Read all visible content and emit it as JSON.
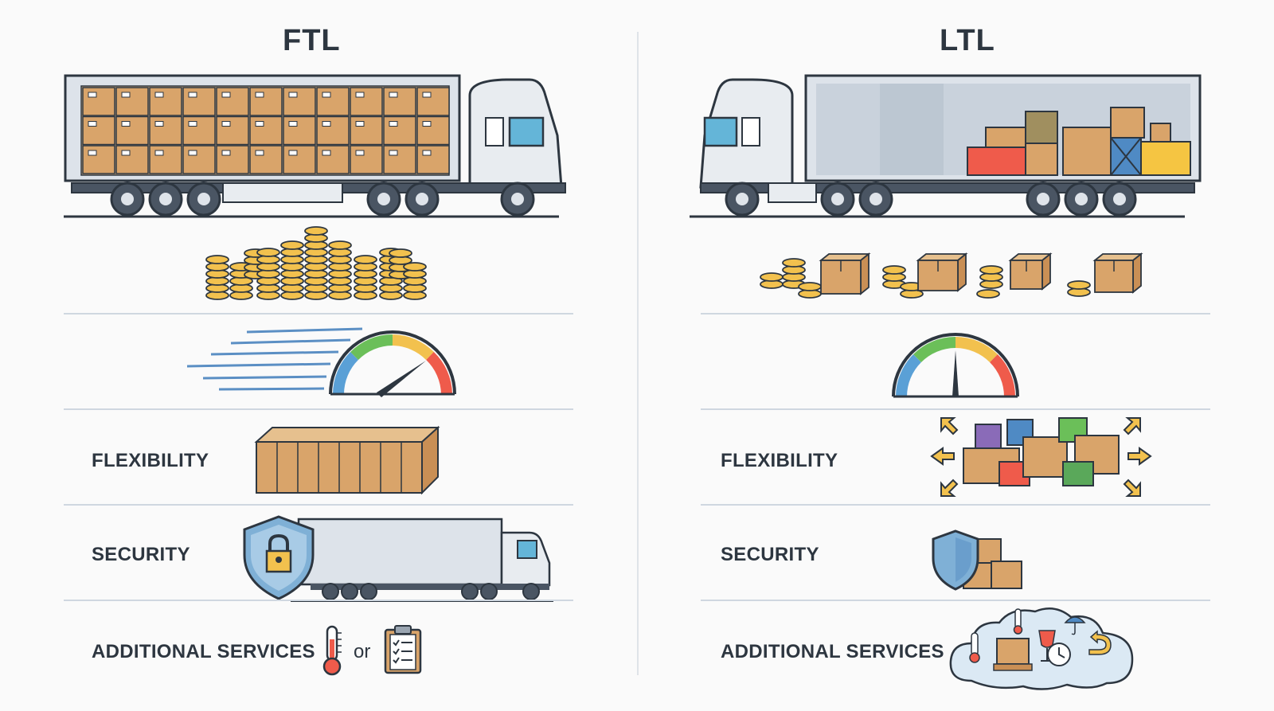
{
  "ftl": {
    "title": "FTL",
    "flexibility_label": "FLEXIBILITY",
    "security_label": "SECURITY",
    "services_label": "ADDITIONAL SERVICES",
    "or_text": "or"
  },
  "ltl": {
    "title": "LTL",
    "flexibility_label": "FLEXIBILITY",
    "security_label": "SECURITY",
    "services_label": "ADDITIONAL SERVICES"
  },
  "colors": {
    "outline": "#2d3640",
    "box": "#d9a46a",
    "coin": "#f2c14e",
    "trailer": "#dde3ea",
    "cab_window": "#64b5d8",
    "shield": "#7fb0d6",
    "lock": "#f2c14e"
  }
}
